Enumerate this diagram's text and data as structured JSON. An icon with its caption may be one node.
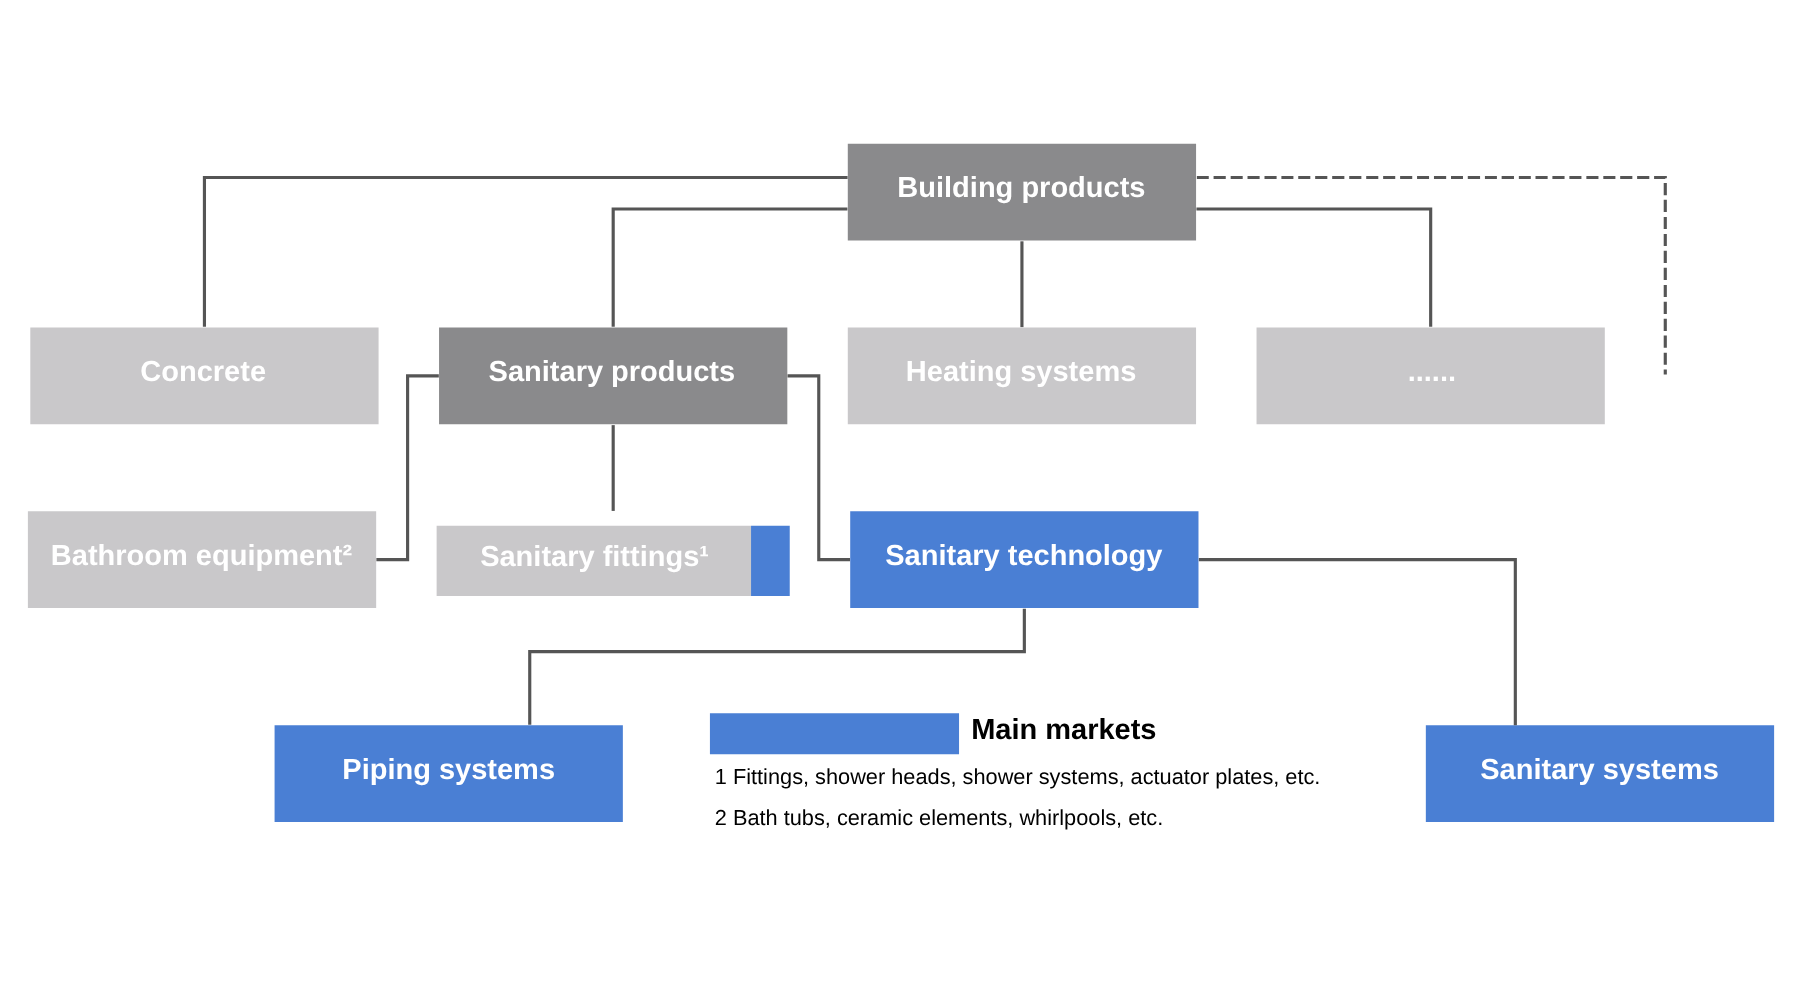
{
  "diagram": {
    "nodes": [
      {
        "text": [
          "Building products"
        ]
      },
      {
        "text": [
          "Concrete"
        ]
      },
      {
        "text": [
          "Sanitary products"
        ]
      },
      {
        "text": [
          "Heating systems"
        ]
      },
      {
        "text": [
          "......"
        ]
      },
      {
        "text": [
          "Bathroom equipment²"
        ]
      },
      {
        "text": [
          "Sanitary fittings¹"
        ]
      },
      {
        "text": [
          "Sanitary technology"
        ]
      },
      {
        "text": [
          "Sanitary systems"
        ]
      },
      {
        "text": [
          "Piping systems"
        ]
      }
    ],
    "edges": [
      {
        "from": 0,
        "to": 1,
        "arrow": "none"
      },
      {
        "from": 0,
        "to": 2,
        "arrow": "none"
      },
      {
        "from": 0,
        "to": 3,
        "arrow": "none"
      },
      {
        "from": 0,
        "to": 4,
        "arrow": "none"
      },
      {
        "from": 0,
        "to": null,
        "arrow": "none",
        "style": "dashed"
      },
      {
        "from": 2,
        "to": 5,
        "arrow": "none"
      },
      {
        "from": 2,
        "to": 6,
        "arrow": "none"
      },
      {
        "from": 2,
        "to": 7,
        "arrow": "none"
      },
      {
        "from": 7,
        "to": 8,
        "arrow": "none"
      },
      {
        "from": 7,
        "to": 9,
        "arrow": "none"
      }
    ],
    "labels": [
      "1 Fittings, shower heads, shower systems, actuator plates, etc.",
      "2 Bath tubs, ceramic elements, whirlpools, etc."
    ],
    "legend": [
      {
        "text": "Main markets",
        "color": "#4a7fd4"
      }
    ]
  }
}
